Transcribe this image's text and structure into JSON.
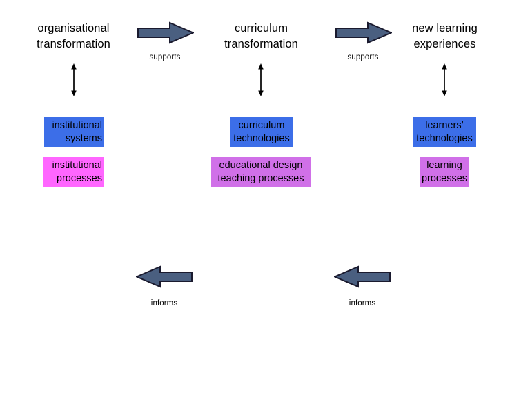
{
  "diagram": {
    "title_text_present": false,
    "background_color": "#ffffff",
    "palette": {
      "arrow_fill": "#4A5F80",
      "arrow_stroke": "#1A1A2E",
      "technology_box": "#3C6EE8",
      "process_box_left": "#FF66FF",
      "process_box_mid": "#D070E8",
      "process_box_right": "#D070E8",
      "text": "#000000"
    },
    "columns": [
      {
        "id": "organisational",
        "header": "organisational\ntransformation",
        "vertical_arrow": "double-headed-vertical-arrow",
        "boxes": [
          {
            "id": "institutional-systems",
            "label": "institutional\nsystems",
            "color": "#3C6EE8",
            "kind": "technology"
          },
          {
            "id": "institutional-processes",
            "label": "institutional\nprocesses",
            "color": "#FF66FF",
            "kind": "process"
          }
        ]
      },
      {
        "id": "curriculum",
        "header": "curriculum\ntransformation",
        "vertical_arrow": "double-headed-vertical-arrow",
        "boxes": [
          {
            "id": "curriculum-technologies",
            "label": "curriculum\ntechnologies",
            "color": "#3C6EE8",
            "kind": "technology"
          },
          {
            "id": "educational-design-teaching-processes",
            "label": "educational design\nteaching processes",
            "color": "#D070E8",
            "kind": "process"
          }
        ]
      },
      {
        "id": "new-learning-experiences",
        "header": "new learning\nexperiences",
        "vertical_arrow": "double-headed-vertical-arrow",
        "boxes": [
          {
            "id": "learners-technologies",
            "label": "learners’\ntechnologies",
            "color": "#3C6EE8",
            "kind": "technology"
          },
          {
            "id": "learning-processes",
            "label": "learning\nprocesses",
            "color": "#D070E8",
            "kind": "process"
          }
        ]
      }
    ],
    "relations": [
      {
        "id": "supports-1",
        "label": "supports",
        "direction": "right",
        "from": "organisational",
        "to": "curriculum"
      },
      {
        "id": "supports-2",
        "label": "supports",
        "direction": "right",
        "from": "curriculum",
        "to": "new-learning-experiences"
      },
      {
        "id": "informs-1",
        "label": "informs",
        "direction": "left",
        "from": "curriculum",
        "to": "organisational"
      },
      {
        "id": "informs-2",
        "label": "informs",
        "direction": "left",
        "from": "new-learning-experiences",
        "to": "curriculum"
      }
    ]
  }
}
